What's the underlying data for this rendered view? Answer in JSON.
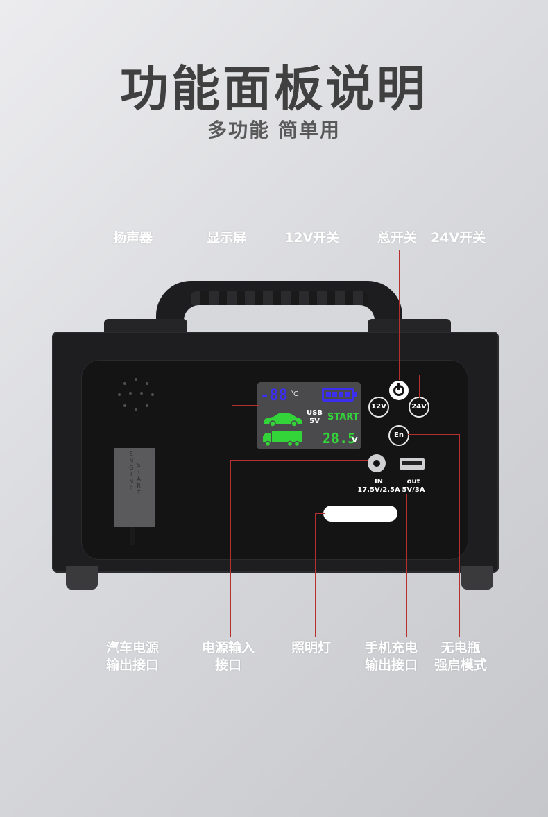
{
  "header": {
    "title": "功能面板说明",
    "subtitle": "多功能 简单用"
  },
  "callouts_top": {
    "speaker": "扬声器",
    "display": "显示屏",
    "switch_12v": "12V开关",
    "main_switch": "总开关",
    "switch_24v": "24V开关"
  },
  "callouts_bottom": {
    "car_power_out": [
      "汽车电源",
      "输出接口"
    ],
    "power_in": [
      "电源输入",
      "接口"
    ],
    "light": "照明灯",
    "phone_charge": [
      "手机充电",
      "输出接口"
    ],
    "no_battery_boost": [
      "无电瓶",
      "强启模式"
    ]
  },
  "device": {
    "lcd": {
      "temperature": "-88",
      "temp_unit": "°C",
      "usb_line1": "USB",
      "usb_line2": "5V",
      "start": "START",
      "voltage": "28.5",
      "voltage_unit": "V",
      "battery_level": 1.0
    },
    "buttons": {
      "b12": "12V",
      "b24": "24V",
      "en": "En"
    },
    "ports": {
      "in_line1": "IN",
      "in_line2": "17.5V/2.5A",
      "out_line1": "out",
      "out_line2": "5V/3A"
    },
    "engine_label": [
      "E",
      "N",
      "G",
      "I",
      "N",
      "E"
    ],
    "start_label": [
      "S",
      "T",
      "A",
      "R",
      "T"
    ]
  },
  "colors": {
    "callout_line": "#b5302e",
    "lcd_blue": "#3b2ef0",
    "lcd_green": "#33d43a"
  }
}
